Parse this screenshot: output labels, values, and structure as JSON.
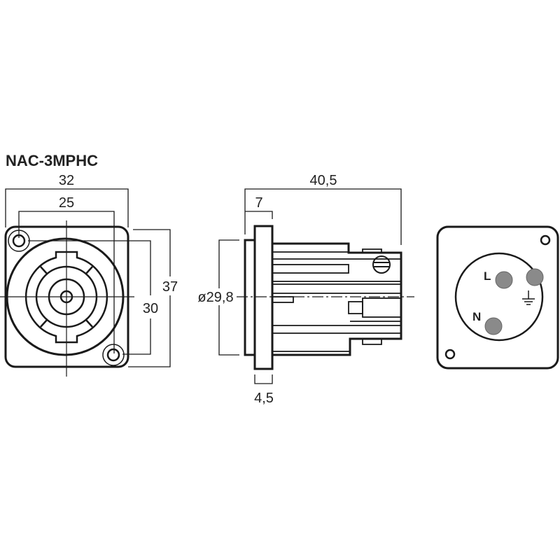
{
  "title": "NAC-3MPHC",
  "front_view": {
    "dimensions": {
      "width_outer": "32",
      "hole_spacing_h": "25",
      "height_outer": "37",
      "hole_spacing_v": "30"
    }
  },
  "side_view": {
    "dimensions": {
      "length": "40,5",
      "flange_offset": "7",
      "diameter": "ø29,8",
      "flange_thickness": "4,5"
    }
  },
  "rear_view": {
    "pins": [
      {
        "label": "L",
        "color": "#8a8a8a"
      },
      {
        "label": "N",
        "color": "#8a8a8a"
      },
      {
        "label": "ground-symbol",
        "color": "#8a8a8a"
      }
    ]
  }
}
